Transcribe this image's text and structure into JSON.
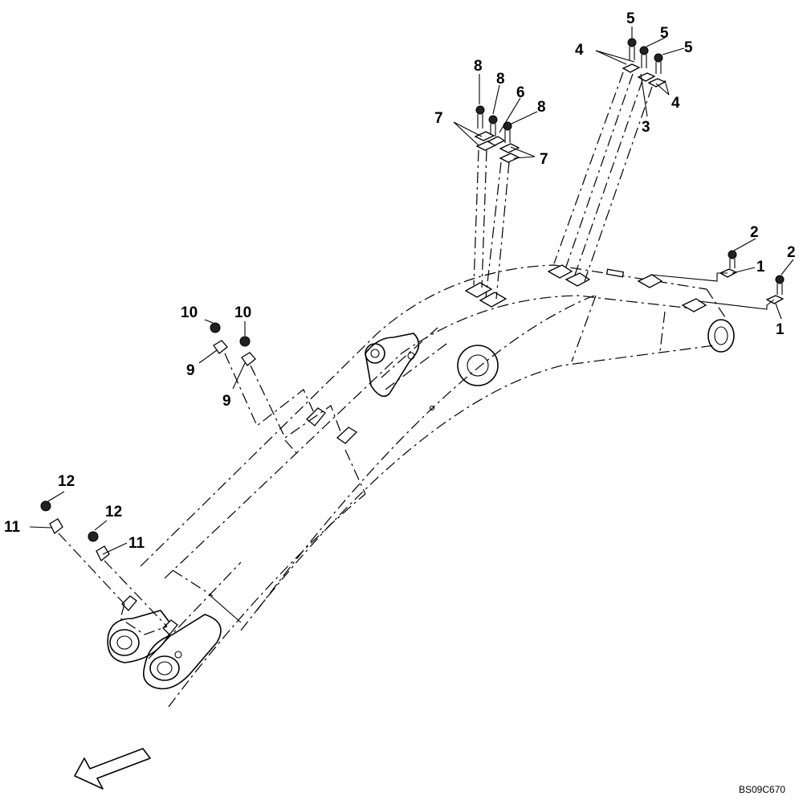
{
  "drawing_code": "BS09C670",
  "callouts": [
    "1",
    "2",
    "3",
    "4",
    "5",
    "6",
    "7",
    "8",
    "9",
    "10",
    "11",
    "12"
  ],
  "direction_arrow": "front-direction-arrow-icon"
}
